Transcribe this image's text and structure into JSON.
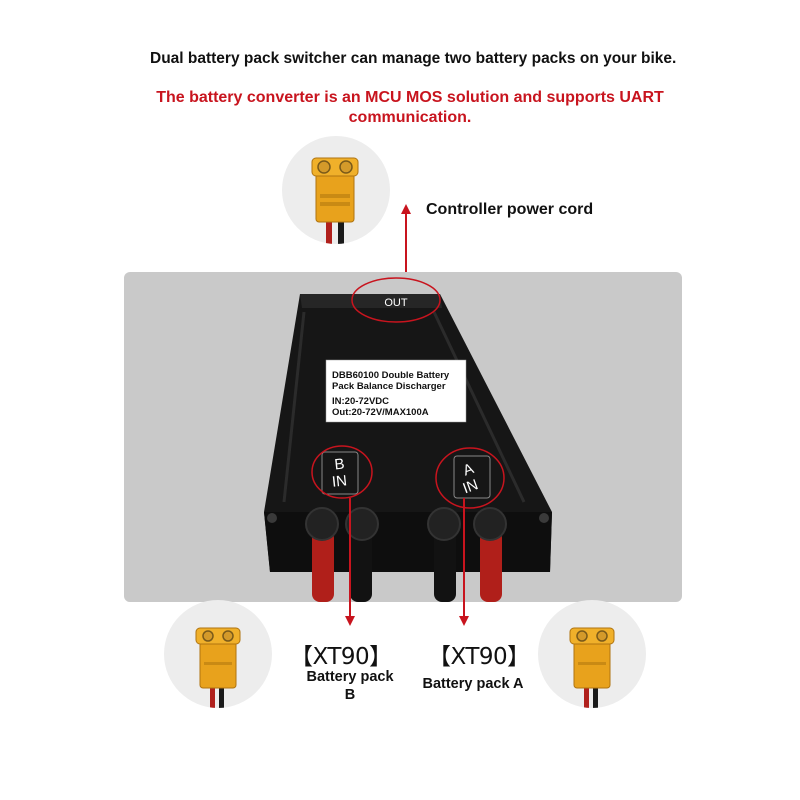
{
  "headline": "Dual battery pack switcher can manage two battery packs on your bike.",
  "subline": "The battery converter is an MCU MOS solution and supports UART communication.",
  "controller_label": "Controller power cord",
  "device": {
    "port_out": "OUT",
    "sticker_line1": "DBB60100 Double Battery",
    "sticker_line2": "Pack Balance Discharger",
    "sticker_line3": "IN:20-72VDC",
    "sticker_line4": "Out:20-72V/MAX100A",
    "port_b_letter": "B",
    "port_b_in": "IN",
    "port_a_letter": "A",
    "port_a_in": "IN"
  },
  "connector_b": {
    "type": "【XT90】",
    "label": "Battery pack B"
  },
  "connector_a": {
    "type": "【XT90】",
    "label": "Battery pack A"
  },
  "colors": {
    "accent_red": "#c8141e",
    "connector_yellow": "#e8a21c",
    "device_black": "#151515",
    "panel_gray": "#c9c9c9"
  }
}
